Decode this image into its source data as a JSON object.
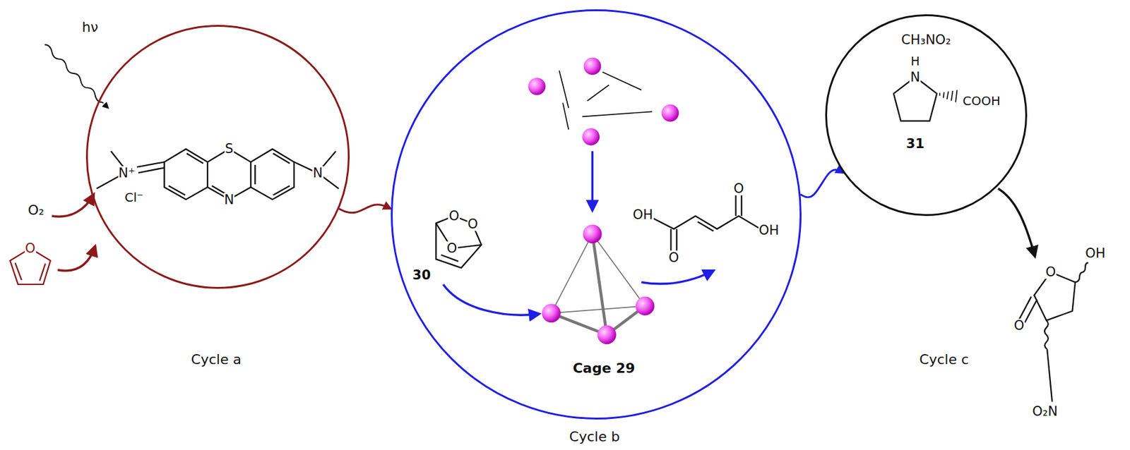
{
  "diagram": {
    "nodes": [
      {
        "text": [
          "Cycle a"
        ]
      },
      {
        "text": [
          "Cycle b"
        ]
      },
      {
        "text": [
          "Cycle c"
        ]
      }
    ],
    "edges": [
      {
        "from": 0,
        "to": 1,
        "arrow": "to"
      },
      {
        "from": 1,
        "to": 2,
        "arrow": "to"
      }
    ],
    "labels": [
      "hν",
      "O₂",
      "O",
      "N⁺",
      "Cl⁻",
      "S",
      "N",
      "N",
      "O",
      "O",
      "O",
      "30",
      "O",
      "OH",
      "O",
      "OH",
      "Cage 29",
      "CH₃NO₂",
      "H",
      "N",
      "COOH",
      "31",
      "OH",
      "O",
      "O",
      "O₂N"
    ]
  }
}
